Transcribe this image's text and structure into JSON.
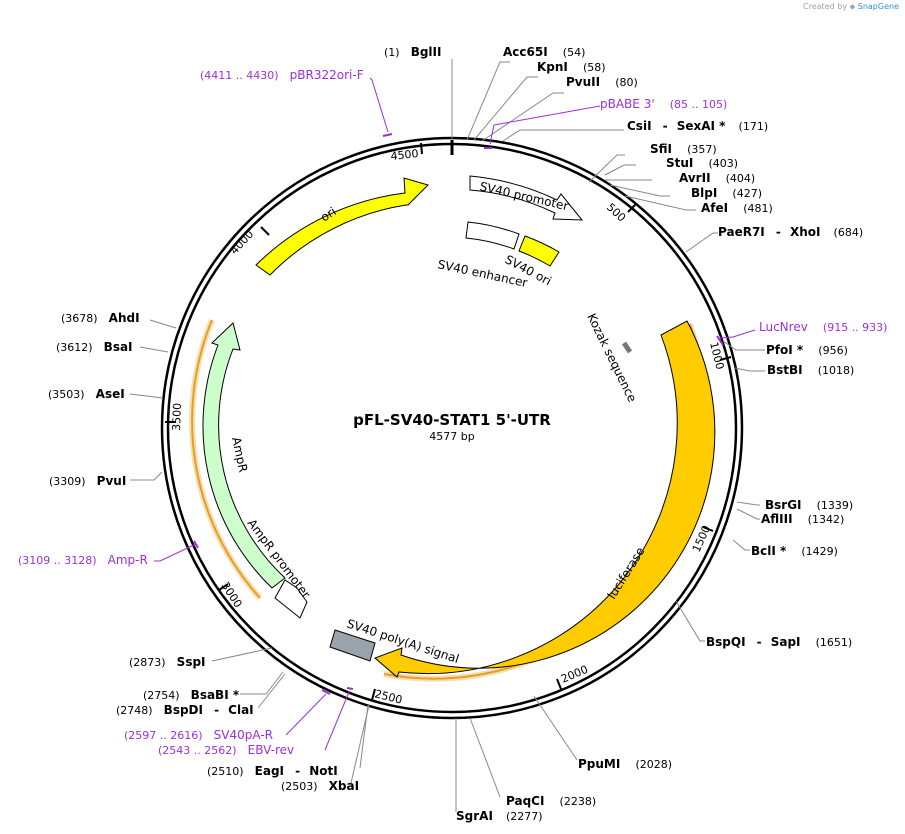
{
  "credit": {
    "prefix": "Created by",
    "brand": "SnapGene"
  },
  "plasmid": {
    "name": "pFL-SV40-STAT1 5'-UTR",
    "length_label": "4577 bp"
  },
  "ticks": [
    "500",
    "1000",
    "1500",
    "2000",
    "2500",
    "3000",
    "3500",
    "4000",
    "4500"
  ],
  "features": {
    "sv40_promoter": "SV40 promoter",
    "sv40_ori": "SV40 ori",
    "sv40_enhancer": "SV40 enhancer",
    "ori": "ori",
    "kozak": "Kozak sequence",
    "luciferase": "luciferase",
    "sv40_polya": "SV40 poly(A) signal",
    "ampr": "AmpR",
    "ampr_promoter": "AmpR promoter"
  },
  "enzymes": [
    {
      "id": "bglii",
      "pos": "(1)",
      "name": "BglII"
    },
    {
      "id": "acc65i",
      "name": "Acc65I",
      "pos": "(54)"
    },
    {
      "id": "kpni",
      "name": "KpnI",
      "pos": "(58)"
    },
    {
      "id": "pvuii",
      "name": "PvuII",
      "pos": "(80)"
    },
    {
      "id": "csii",
      "name": "CsiI",
      "sep": "-",
      "name2": "SexAI *",
      "pos": "(171)"
    },
    {
      "id": "sfii",
      "name": "SfiI",
      "pos": "(357)"
    },
    {
      "id": "stui",
      "name": "StuI",
      "pos": "(403)"
    },
    {
      "id": "avrii",
      "name": "AvrII",
      "pos": "(404)"
    },
    {
      "id": "blpi",
      "name": "BlpI",
      "pos": "(427)"
    },
    {
      "id": "afei",
      "name": "AfeI",
      "pos": "(481)"
    },
    {
      "id": "paer7i",
      "name": "PaeR7I",
      "sep": "-",
      "name2": "XhoI",
      "pos": "(684)"
    },
    {
      "id": "pfoi",
      "name": "PfoI *",
      "pos": "(956)"
    },
    {
      "id": "bstbi",
      "name": "BstBI",
      "pos": "(1018)"
    },
    {
      "id": "bsrgi",
      "name": "BsrGI",
      "pos": "(1339)"
    },
    {
      "id": "afliii",
      "name": "AflIII",
      "pos": "(1342)"
    },
    {
      "id": "bcli",
      "name": "BclI *",
      "pos": "(1429)"
    },
    {
      "id": "bspqi",
      "name": "BspQI",
      "sep": "-",
      "name2": "SapI",
      "pos": "(1651)"
    },
    {
      "id": "ppumi",
      "name": "PpuMI",
      "pos": "(2028)"
    },
    {
      "id": "paqci",
      "name": "PaqCI",
      "pos": "(2238)"
    },
    {
      "id": "sgrai",
      "name": "SgrAI",
      "pos": "(2277)"
    },
    {
      "id": "xbai",
      "pos": "(2503)",
      "name": "XbaI"
    },
    {
      "id": "eagi",
      "pos": "(2510)",
      "name": "EagI",
      "sep": "-",
      "name2": "NotI"
    },
    {
      "id": "bspdi",
      "pos": "(2748)",
      "name": "BspDI",
      "sep": "-",
      "name2": "ClaI"
    },
    {
      "id": "bsabi",
      "pos": "(2754)",
      "name": "BsaBI *"
    },
    {
      "id": "sspi",
      "pos": "(2873)",
      "name": "SspI"
    },
    {
      "id": "pvui",
      "pos": "(3309)",
      "name": "PvuI"
    },
    {
      "id": "asei",
      "pos": "(3503)",
      "name": "AseI"
    },
    {
      "id": "bsai",
      "pos": "(3612)",
      "name": "BsaI"
    },
    {
      "id": "ahdi",
      "pos": "(3678)",
      "name": "AhdI"
    }
  ],
  "primers": [
    {
      "id": "pbr322",
      "range": "(4411 .. 4430)",
      "name": "pBR322ori-F"
    },
    {
      "id": "pbabe3",
      "name": "pBABE 3'",
      "range": "(85 .. 105)"
    },
    {
      "id": "lucnrev",
      "name": "LucNrev",
      "range": "(915 .. 933)"
    },
    {
      "id": "ampr_primer",
      "range": "(3109 .. 3128)",
      "name": "Amp-R"
    },
    {
      "id": "sv40pa",
      "range": "(2597 .. 2616)",
      "name": "SV40pA-R"
    },
    {
      "id": "ebvrev",
      "range": "(2543 .. 2562)",
      "name": "EBV-rev"
    }
  ],
  "colors": {
    "backbone": "#000000",
    "ori": "#ffff00",
    "sv40_ori": "#ffff00",
    "luciferase": "#ffcc00",
    "luciferase_halo": "#f5deb3",
    "ampr": "#ccffcc",
    "polya": "#99a3ab",
    "primer": "#9b30d9",
    "orf": "#e6a020"
  }
}
